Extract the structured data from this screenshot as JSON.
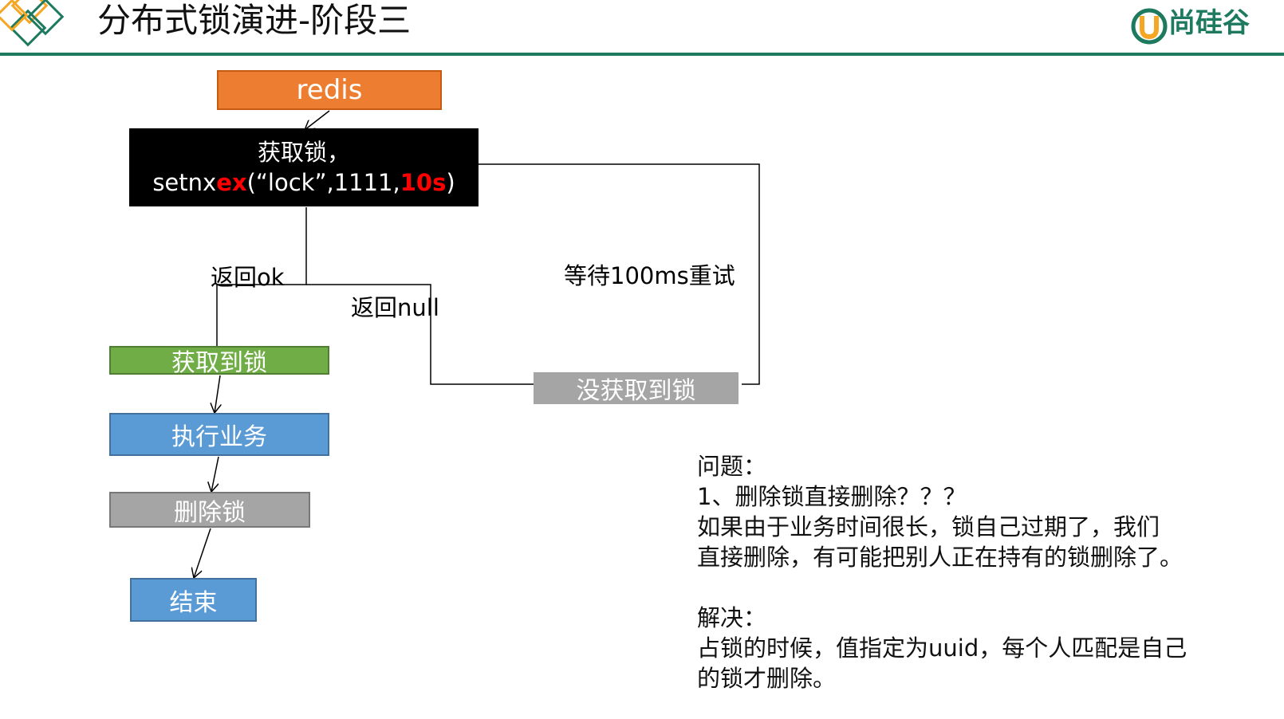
{
  "header": {
    "title": "分布式锁演进-阶段三",
    "brand": "尚硅谷",
    "colors": {
      "accent": "#1e7a5f",
      "logo_orange": "#f5a623"
    }
  },
  "flow": {
    "redis": "redis",
    "acquire": {
      "line1": "获取锁，",
      "code_prefix": "setnx",
      "code_ex": "ex",
      "code_args": "(“lock”,1111,",
      "code_ttl": "10s",
      "code_close": ")"
    },
    "got_lock": "获取到锁",
    "execute": "执行业务",
    "delete_lock": "删除锁",
    "end": "结束",
    "not_got": "没获取到锁",
    "edge_ok": "返回ok",
    "edge_null": "返回null",
    "edge_retry": "等待100ms重试"
  },
  "notes": {
    "problem_title": "问题：",
    "problem_line1": "1、删除锁直接删除？？？",
    "problem_line2": "如果由于业务时间很长，锁自己过期了，我们",
    "problem_line3": "直接删除，有可能把别人正在持有的锁删除了。",
    "solution_title": "解决：",
    "solution_line1": "占锁的时候，值指定为uuid，每个人匹配是自己",
    "solution_line2": "的锁才删除。"
  }
}
